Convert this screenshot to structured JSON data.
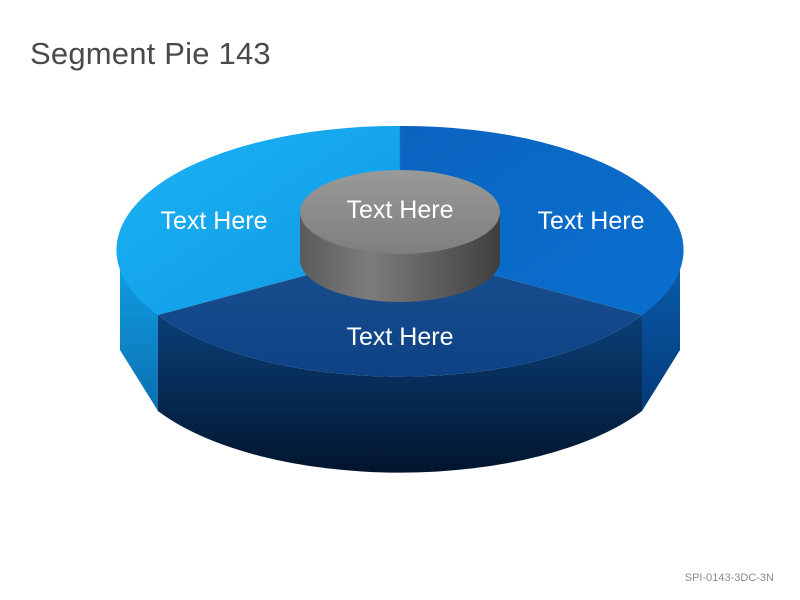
{
  "page": {
    "title": "Segment Pie 143",
    "code": "SPI-0143-3DC-3N"
  },
  "segments": [
    {
      "label": "Text Here",
      "color": "#12a6ee"
    },
    {
      "label": "Text Here",
      "color": "#0a69c4"
    },
    {
      "label": "Text Here",
      "color": "#0d3f80"
    }
  ],
  "hub": {
    "label": "Text Here",
    "color": "#8c8c8c"
  }
}
